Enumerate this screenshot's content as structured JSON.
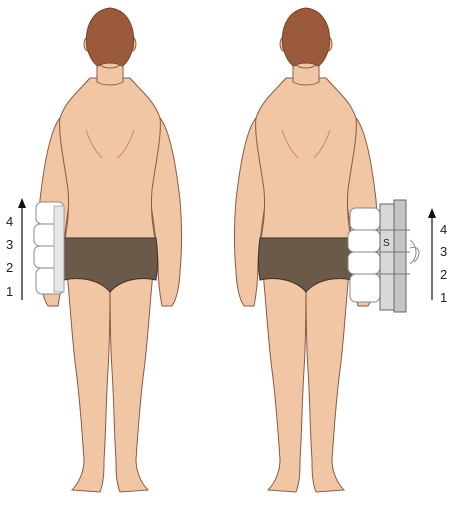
{
  "colors": {
    "skin": "#f1c6a4",
    "skin_shadow": "#d9a889",
    "outline": "#8a5a45",
    "hair": "#9b5a3c",
    "hair_dark": "#7a4029",
    "briefs": "#6b5a4a",
    "briefs_outline": "#3e3328",
    "cushion": "#ffffff",
    "cushion_outline": "#888888",
    "splint": "#d8d8d8",
    "splint_outline": "#666666",
    "arrow": "#111111"
  },
  "figures": [
    {
      "id": "left",
      "left_labels": [
        "4",
        "3",
        "2",
        "1"
      ],
      "has_splint": false
    },
    {
      "id": "right",
      "right_labels": [
        "4",
        "3",
        "2",
        "1"
      ],
      "splint_label": "S",
      "has_splint": true
    }
  ]
}
